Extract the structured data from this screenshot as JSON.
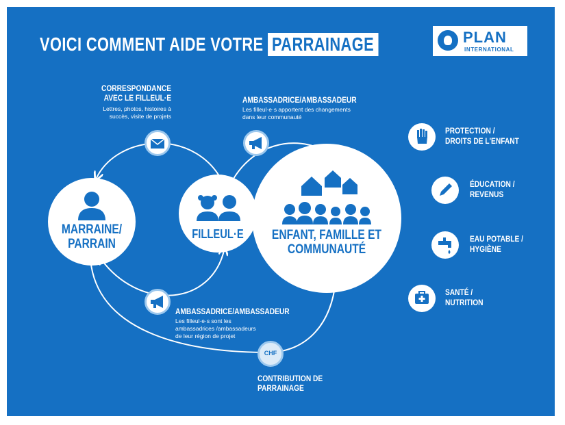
{
  "header": {
    "title_part1": "VOICI COMMENT AIDE VOTRE",
    "title_part2": "PARRAINAGE"
  },
  "logo": {
    "name": "PLAN",
    "subtitle": "INTERNATIONAL"
  },
  "nodes": {
    "sponsor": "MARRAINE/\nPARRAIN",
    "child": "FILLEUL·E",
    "community": "ENFANT, FAMILLE ET\nCOMMUNAUTÉ"
  },
  "flows": {
    "correspondence": {
      "title": "CORRESPONDANCE\nAVEC LE FILLEUL·E",
      "text": "Lettres, photos, histoires à\nsuccès, visite de projets"
    },
    "ambassador_top": {
      "title": "AMBASSADRICE/AMBASSADEUR",
      "text": "Les filleul·e·s apportent des changements\ndans leur communauté"
    },
    "ambassador_bottom": {
      "title": "AMBASSADRICE/AMBASSADEUR",
      "text": "Les filleul·e·s sont les\nambassadrices /ambassadeurs\nde leur région de projet"
    },
    "contribution": {
      "title": "CONTRIBUTION DE\nPARRAINAGE",
      "currency": "CHF"
    }
  },
  "themes": [
    {
      "icon": "raised-hand-icon",
      "label": "PROTECTION /\nDROITS DE L'ENFANT"
    },
    {
      "icon": "pencil-icon",
      "label": "ÉDUCATION /\nREVENUS"
    },
    {
      "icon": "water-tap-icon",
      "label": "EAU POTABLE /\nHYGIÈNE"
    },
    {
      "icon": "medical-kit-icon",
      "label": "SANTÉ /\nNUTRITION"
    }
  ],
  "colors": {
    "background": "#1570c3",
    "accent_light": "#9cc8ee",
    "white": "#ffffff"
  }
}
